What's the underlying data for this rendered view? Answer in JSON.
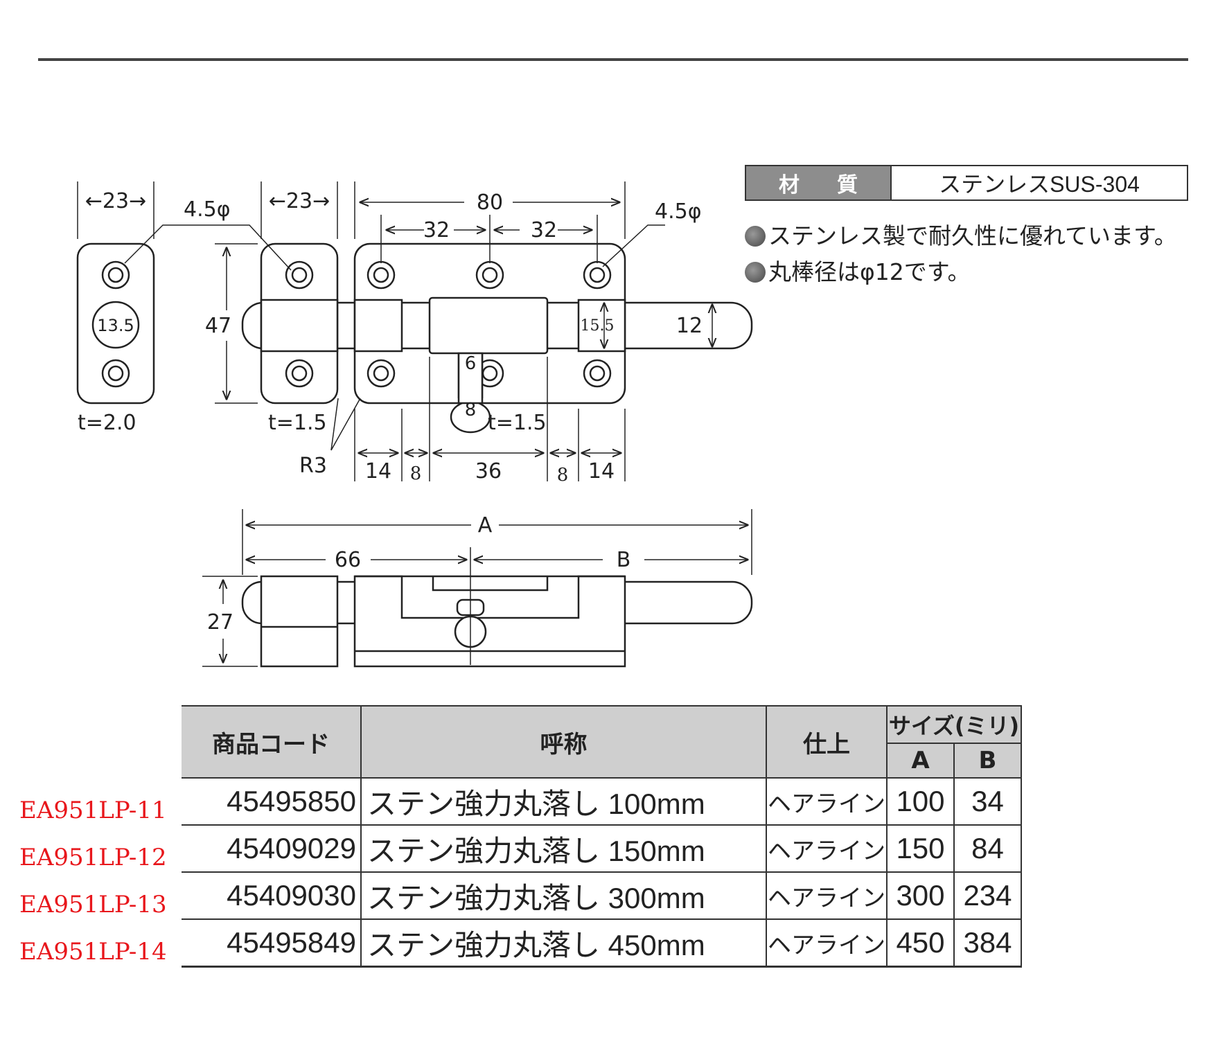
{
  "drawing": {
    "dim_23_left": "←23→",
    "dim_23_mid": "←23→",
    "dim_80": "80",
    "dim_32_a": "32",
    "dim_32_b": "32",
    "hole_label_left": "4.5φ",
    "hole_label_right": "4.5φ",
    "dim_47": "47",
    "dim_135": "13.5",
    "dim_155": "15.5",
    "dim_12": "12",
    "dim_6": "6",
    "dim_8_knob": "8",
    "t_20": "t=2.0",
    "t_15_a": "t=1.5",
    "t_15_b": "t=1.5",
    "r3": "R3",
    "dim_14_a": "14",
    "dim_8_a": "8",
    "dim_36": "36",
    "dim_8_b": "8",
    "dim_14_b": "14",
    "dim_A": "A",
    "dim_66": "66",
    "dim_B": "B",
    "dim_27": "27"
  },
  "material": {
    "label_1": "材",
    "label_2": "質",
    "value": "ステンレスSUS-304"
  },
  "features": [
    "ステンレス製で耐久性に優れています。",
    "丸棒径はφ12です。"
  ],
  "table": {
    "headers": {
      "code": "商品コード",
      "name": "呼称",
      "finish": "仕上",
      "size": "サイズ(ミリ)",
      "a": "A",
      "b": "B"
    },
    "rows": [
      {
        "model": "EA951LP-11",
        "code": "45495850",
        "name": "ステン強力丸落し 100mm",
        "finish": "ヘアライン",
        "a": "100",
        "b": "34"
      },
      {
        "model": "EA951LP-12",
        "code": "45409029",
        "name": "ステン強力丸落し 150mm",
        "finish": "ヘアライン",
        "a": "150",
        "b": "84"
      },
      {
        "model": "EA951LP-13",
        "code": "45409030",
        "name": "ステン強力丸落し 300mm",
        "finish": "ヘアライン",
        "a": "300",
        "b": "234"
      },
      {
        "model": "EA951LP-14",
        "code": "45495849",
        "name": "ステン強力丸落し 450mm",
        "finish": "ヘアライン",
        "a": "450",
        "b": "384"
      }
    ]
  }
}
